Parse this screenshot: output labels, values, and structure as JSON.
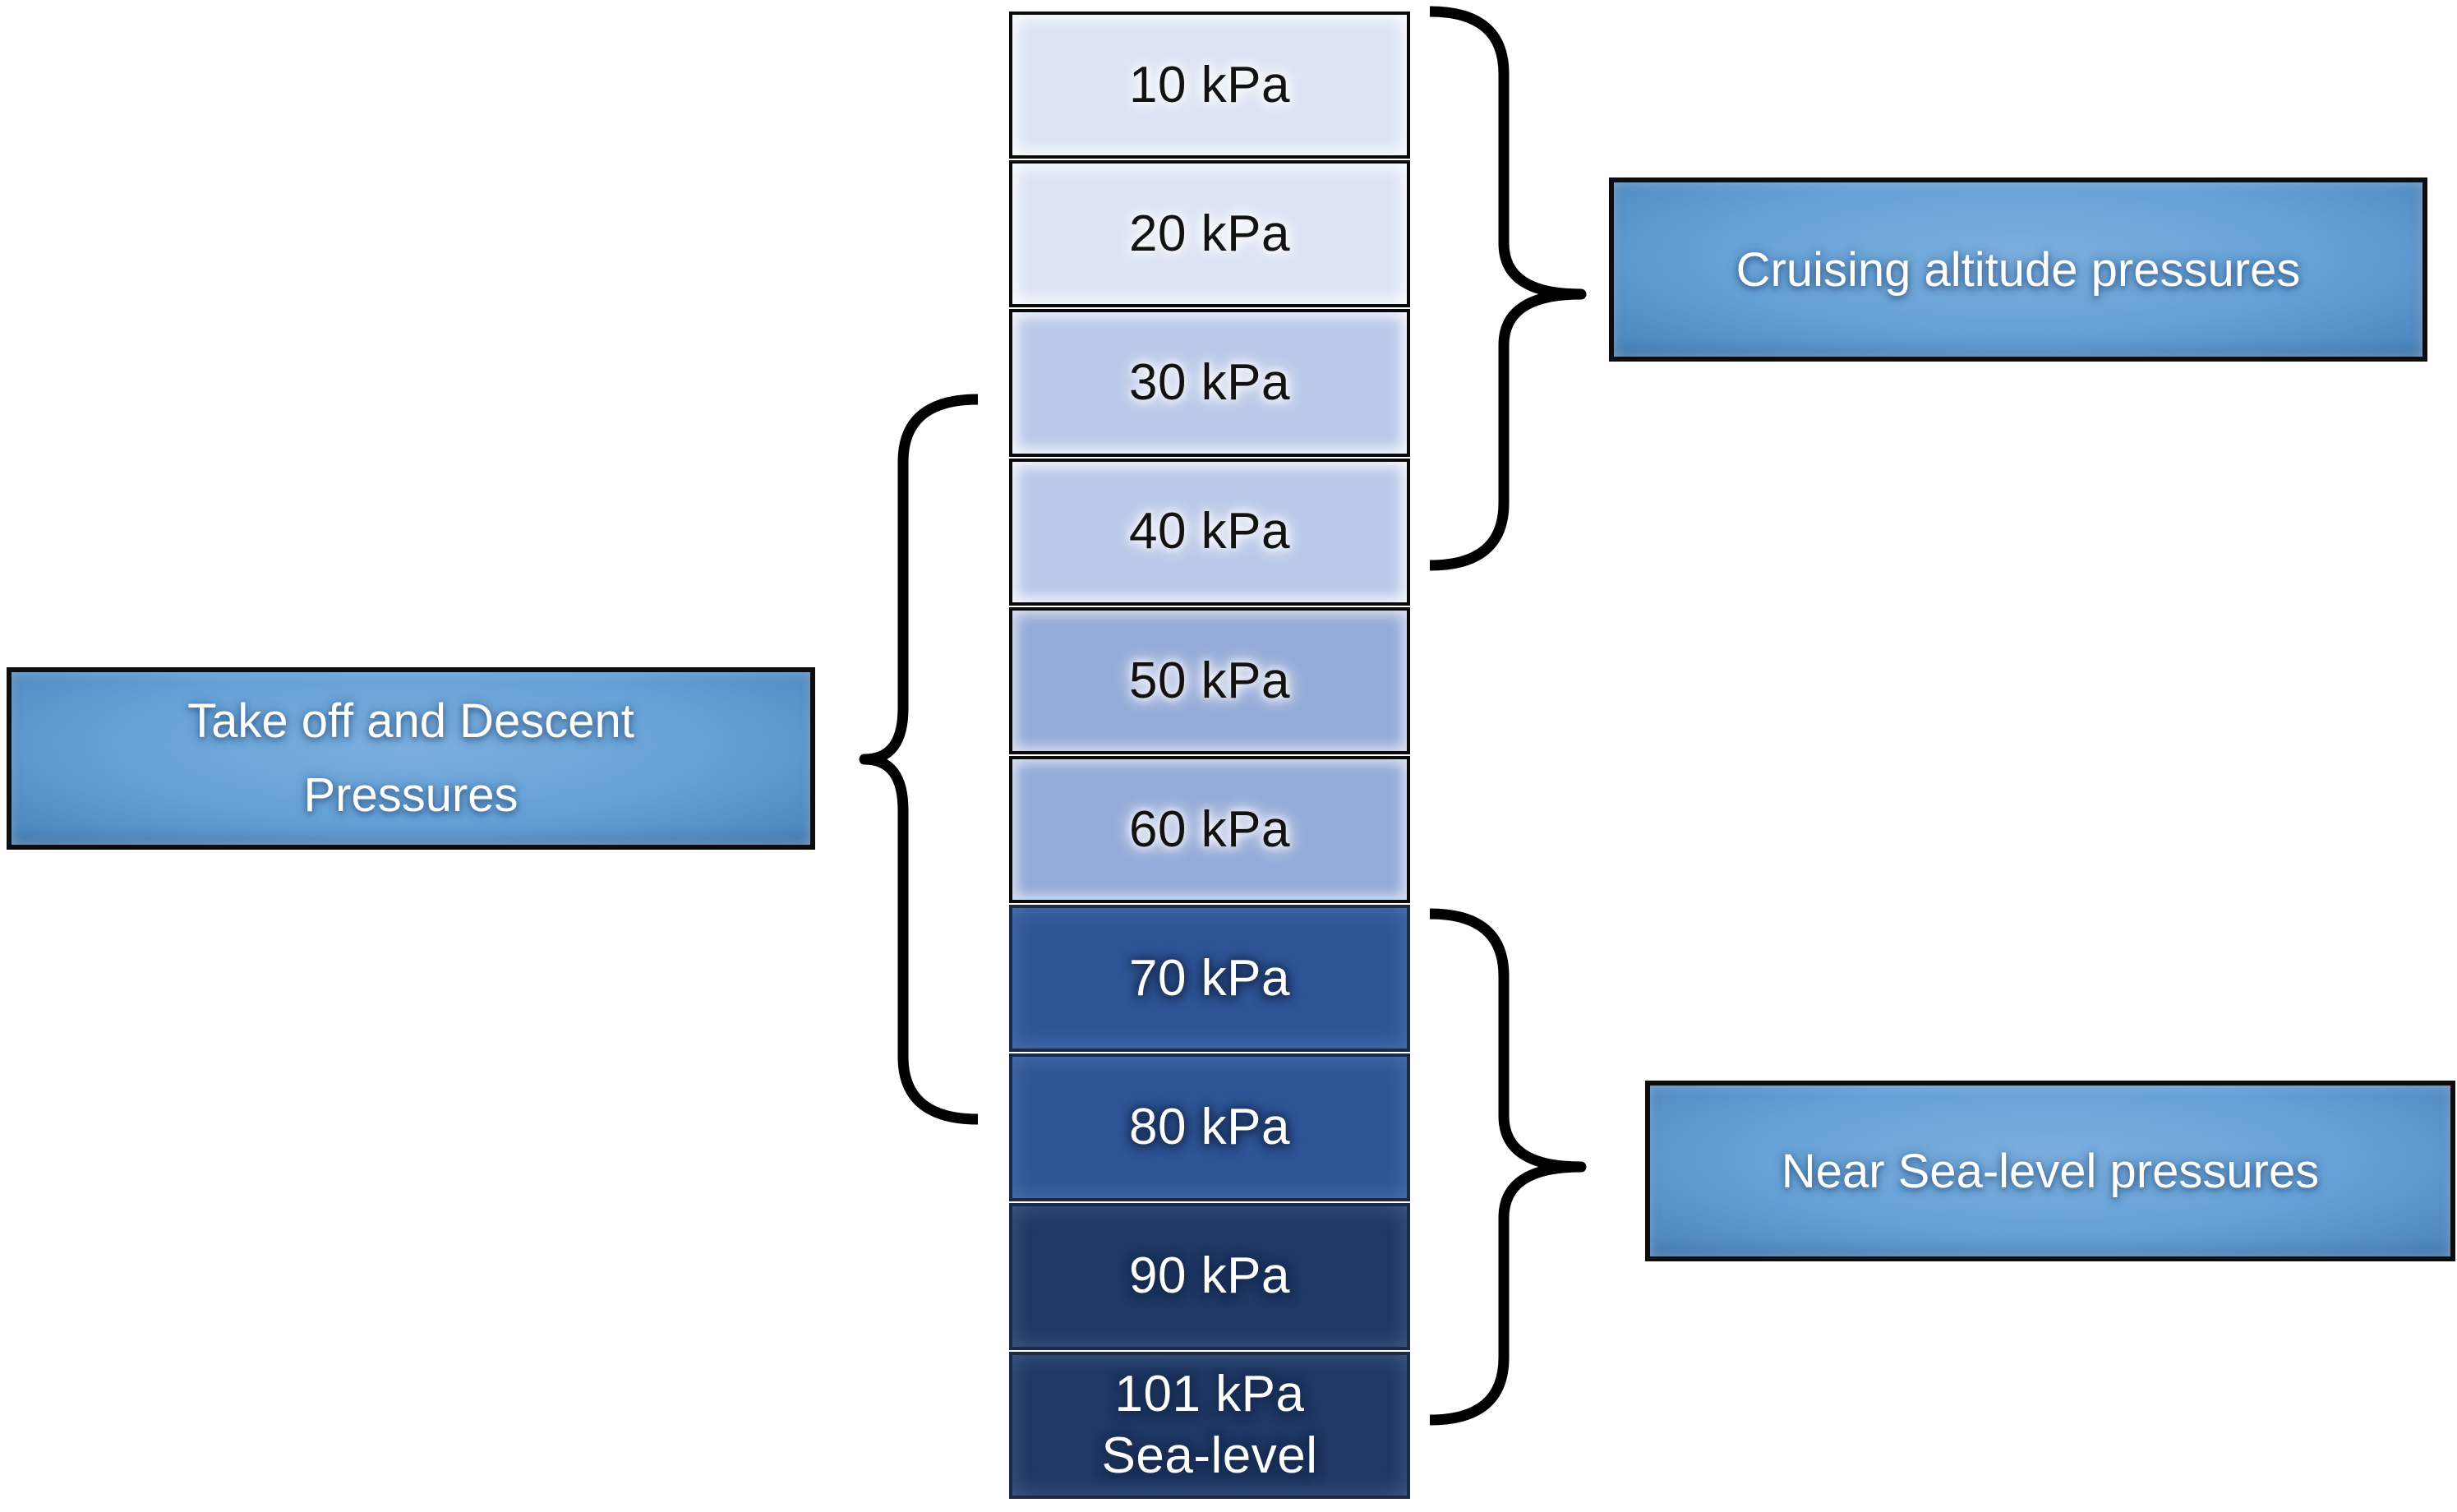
{
  "stack": {
    "unit": "kPa",
    "boxes": [
      {
        "label": "10 kPa",
        "value_kpa": 10,
        "fill": "#dce4f4"
      },
      {
        "label": "20 kPa",
        "value_kpa": 20,
        "fill": "#dce4f4"
      },
      {
        "label": "30 kPa",
        "value_kpa": 30,
        "fill": "#bac8e9"
      },
      {
        "label": "40 kPa",
        "value_kpa": 40,
        "fill": "#bac8e9"
      },
      {
        "label": "50 kPa",
        "value_kpa": 50,
        "fill": "#95abd8"
      },
      {
        "label": "60 kPa",
        "value_kpa": 60,
        "fill": "#95abd8"
      },
      {
        "label": "70 kPa",
        "value_kpa": 70,
        "fill": "#2f5597"
      },
      {
        "label": "80 kPa",
        "value_kpa": 80,
        "fill": "#2f5597"
      },
      {
        "label": "90 kPa",
        "value_kpa": 90,
        "fill": "#1f3864"
      },
      {
        "label": "101 kPa",
        "value_kpa": 101,
        "sublabel": "Sea-level",
        "fill": "#1f3864"
      }
    ]
  },
  "callouts": {
    "cruising": {
      "text": "Cruising altitude pressures",
      "fill": "#5b9bd5"
    },
    "takeoff": {
      "line1": "Take off and Descent",
      "line2": "Pressures",
      "fill": "#5b9bd5"
    },
    "sealevel": {
      "text": "Near Sea-level pressures",
      "fill": "#5b9bd5"
    }
  },
  "braces": {
    "color": "#000000"
  },
  "colors": {
    "background": "#ffffff",
    "box_border": "#0a0a0a",
    "callout_border": "#0d0d0d",
    "light_text": "#ffffff",
    "dark_text": "#121212"
  }
}
